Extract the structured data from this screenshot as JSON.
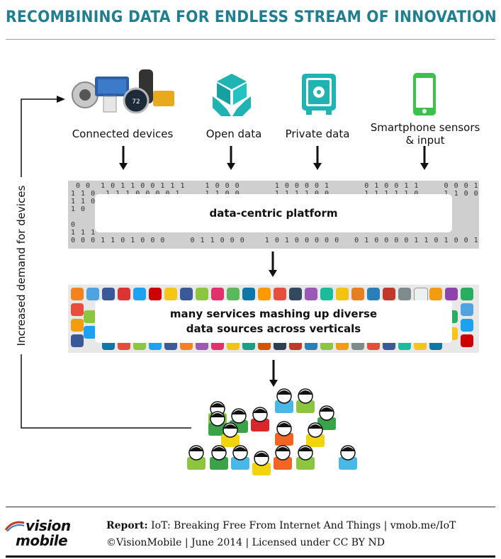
{
  "header": {
    "title": "RECOMBINING DATA FOR ENDLESS STREAM OF INNOVATION"
  },
  "sources": [
    {
      "label": "Connected devices",
      "icon": "connected-devices-icon"
    },
    {
      "label": "Open data",
      "icon": "open-data-icon"
    },
    {
      "label": "Private data",
      "icon": "safe-icon"
    },
    {
      "label_line1": "Smartphone sensors",
      "label_line2": "& input",
      "icon": "smartphone-icon"
    }
  ],
  "platform": {
    "label": "data-centric platform"
  },
  "services": {
    "line1": "many services mashing up diverse",
    "line2": "data sources across verticals"
  },
  "feedback": {
    "label": "Increased demand for devices"
  },
  "footer": {
    "logo_line1": "vision",
    "logo_line2": "mobile",
    "report_prefix": "Report:",
    "report_text": "IoT: Breaking Free From Internet And Things | vmob.me/IoT",
    "license_text": "©VisionMobile | June 2014 | Licensed under CC BY ND"
  },
  "colors": {
    "title": "#1f7e8f",
    "teal_icon": "#1fb3b3",
    "green_icon": "#3cc24a",
    "people": [
      "#8cc63f",
      "#f2d40e",
      "#49b8e6",
      "#d9262b",
      "#f26522",
      "#3aa34a"
    ]
  }
}
